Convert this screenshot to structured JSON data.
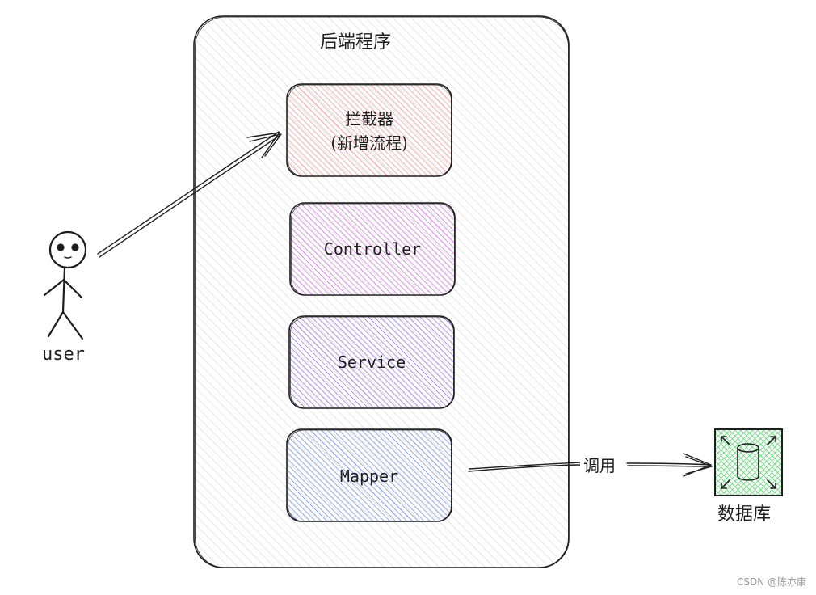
{
  "container": {
    "title": "后端程序"
  },
  "layers": [
    {
      "name": "interceptor",
      "label": "拦截器",
      "sublabel": "(新增流程)",
      "fill": "#ffc9c9",
      "stroke": "#e03131"
    },
    {
      "name": "controller",
      "label": "Controller",
      "sublabel": "",
      "fill": "#e599f7",
      "stroke": "#ae3ec9"
    },
    {
      "name": "service",
      "label": "Service",
      "sublabel": "",
      "fill": "#b197fc",
      "stroke": "#7048e8"
    },
    {
      "name": "mapper",
      "label": "Mapper",
      "sublabel": "",
      "fill": "#91a7ff",
      "stroke": "#4263eb"
    }
  ],
  "actor": {
    "label": "user",
    "icon": "stick-figure-icon"
  },
  "edges": [
    {
      "name": "user-to-interceptor",
      "label": ""
    },
    {
      "name": "mapper-to-database",
      "label": "调用"
    }
  ],
  "database": {
    "label": "数据库",
    "icon": "database-cylinder-icon",
    "fill": "#b2f2bb",
    "stroke": "#2f9e44"
  },
  "watermark": "CSDN @陈亦康"
}
